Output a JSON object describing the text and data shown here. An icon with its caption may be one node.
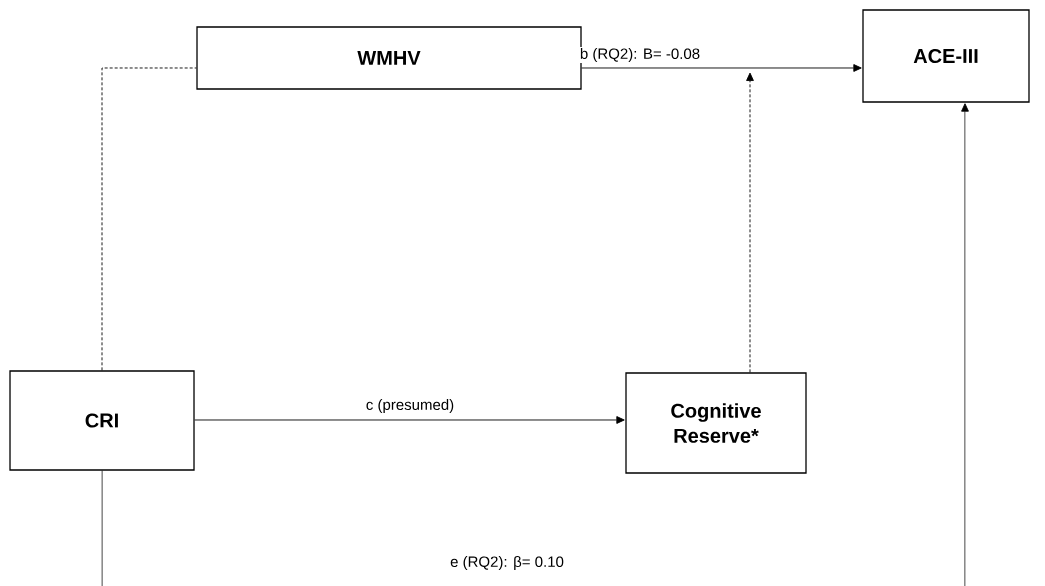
{
  "diagram": {
    "nodes": [
      {
        "text": [
          "WMHV"
        ]
      },
      {
        "text": [
          "ACE-III"
        ]
      },
      {
        "text": [
          "CRI"
        ]
      },
      {
        "text": [
          "Cognitive Reserve*"
        ]
      }
    ],
    "edges": [
      {
        "from": 0,
        "to": 1,
        "arrow": "to",
        "label": "b (RQ2): B= -0.08"
      },
      {
        "from": 2,
        "to": 0,
        "arrow": "none",
        "style": "dashed"
      },
      {
        "from": 2,
        "to": 3,
        "arrow": "to",
        "label": "c (presumed)"
      },
      {
        "from": 3,
        "to": null,
        "arrow": "to",
        "style": "dashed"
      },
      {
        "from": 2,
        "to": 1,
        "arrow": "to",
        "label": "e (RQ2): β= 0.10"
      }
    ]
  }
}
